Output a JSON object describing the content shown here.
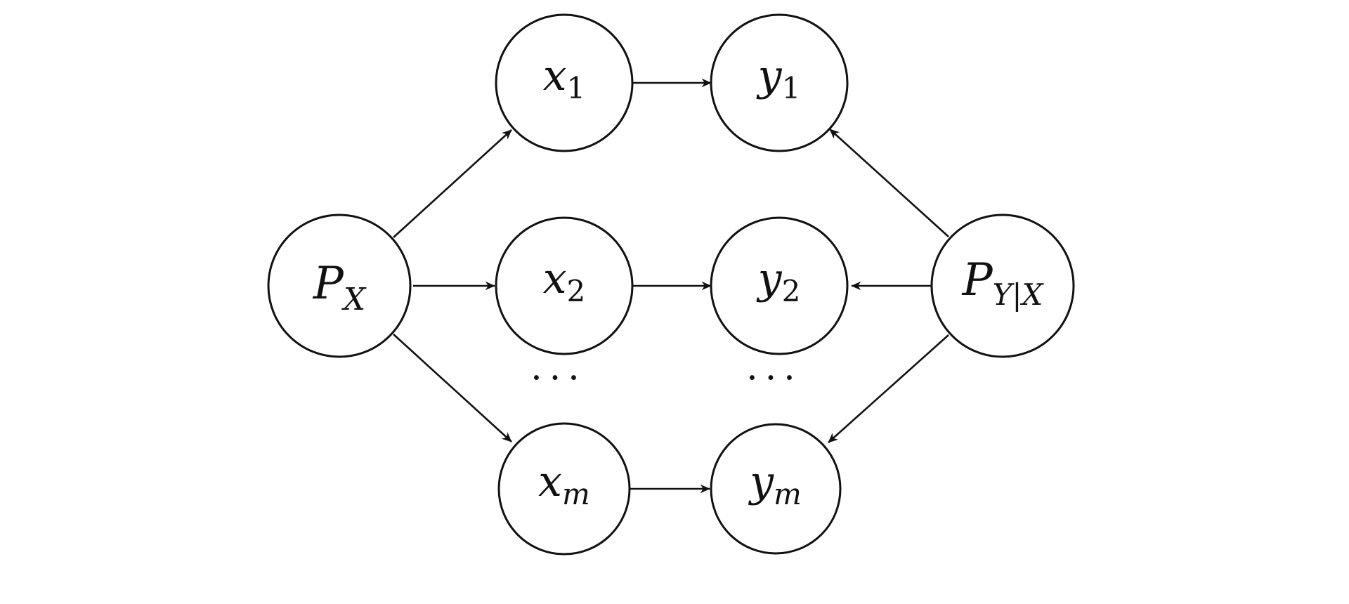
{
  "diagram": {
    "nodes": {
      "px": {
        "main": "P",
        "sub": "X"
      },
      "x1": {
        "main": "x",
        "sub": "1"
      },
      "x2": {
        "main": "x",
        "sub": "2"
      },
      "xm": {
        "main": "x",
        "sub": "m"
      },
      "y1": {
        "main": "y",
        "sub": "1"
      },
      "y2": {
        "main": "y",
        "sub": "2"
      },
      "ym": {
        "main": "y",
        "sub": "m"
      },
      "pyx": {
        "main": "P",
        "sub": "Y|X"
      }
    },
    "ellipsis": "···",
    "edges": [
      {
        "from": "px",
        "to": "x1"
      },
      {
        "from": "px",
        "to": "x2"
      },
      {
        "from": "px",
        "to": "xm"
      },
      {
        "from": "x1",
        "to": "y1"
      },
      {
        "from": "x2",
        "to": "y2"
      },
      {
        "from": "xm",
        "to": "ym"
      },
      {
        "from": "pyx",
        "to": "y1"
      },
      {
        "from": "pyx",
        "to": "y2"
      },
      {
        "from": "pyx",
        "to": "ym"
      }
    ],
    "colors": {
      "stroke": "#111111",
      "background": "#ffffff"
    }
  }
}
